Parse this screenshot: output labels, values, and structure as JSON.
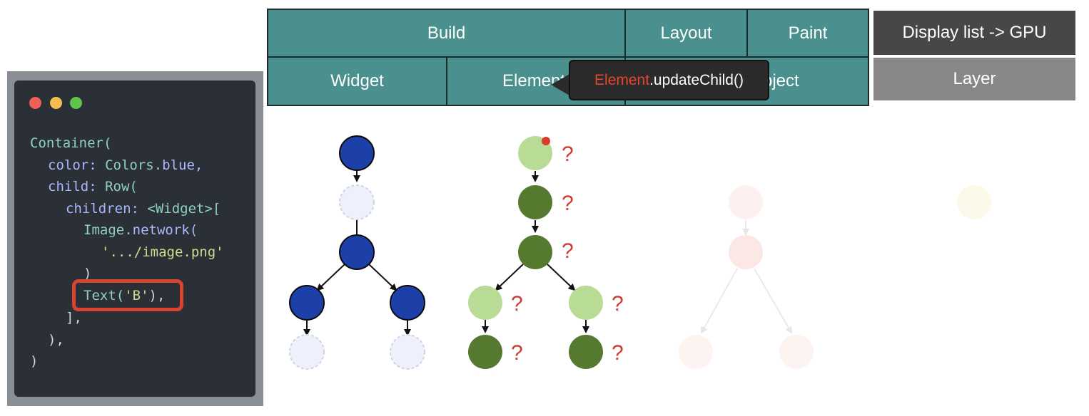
{
  "pipeline": {
    "build": "Build",
    "layout": "Layout",
    "paint": "Paint",
    "display_list": "Display list -> GPU",
    "layer": "Layer",
    "widget": "Widget",
    "element": "Element",
    "render_object_partial": "bject"
  },
  "tooltip": {
    "class_name": "Element",
    "method": ".updateChild()"
  },
  "code": {
    "line1": "Container(",
    "line2_key": "color: ",
    "line2_cls": "Colors",
    "line2_rest": ".blue,",
    "line3_key": "child: ",
    "line3_cls": "Row(",
    "line4_key": "children: ",
    "line4_rest": "<Widget>[",
    "line5_cls": "Image",
    "line5_rest": ".network(",
    "line6_str": "'.../image.png'",
    "line7": ")",
    "line8_cls": "Text(",
    "line8_str": "'B'",
    "line8_rest": "),",
    "line9": "],",
    "line10": "),",
    "line11": ")"
  },
  "question_mark": "?",
  "colors": {
    "teal": "#4a908e",
    "widget_node": "#1d3fa8",
    "element_light": "#b8dc95",
    "element_dark": "#557a2f",
    "highlight": "#d9432f"
  }
}
